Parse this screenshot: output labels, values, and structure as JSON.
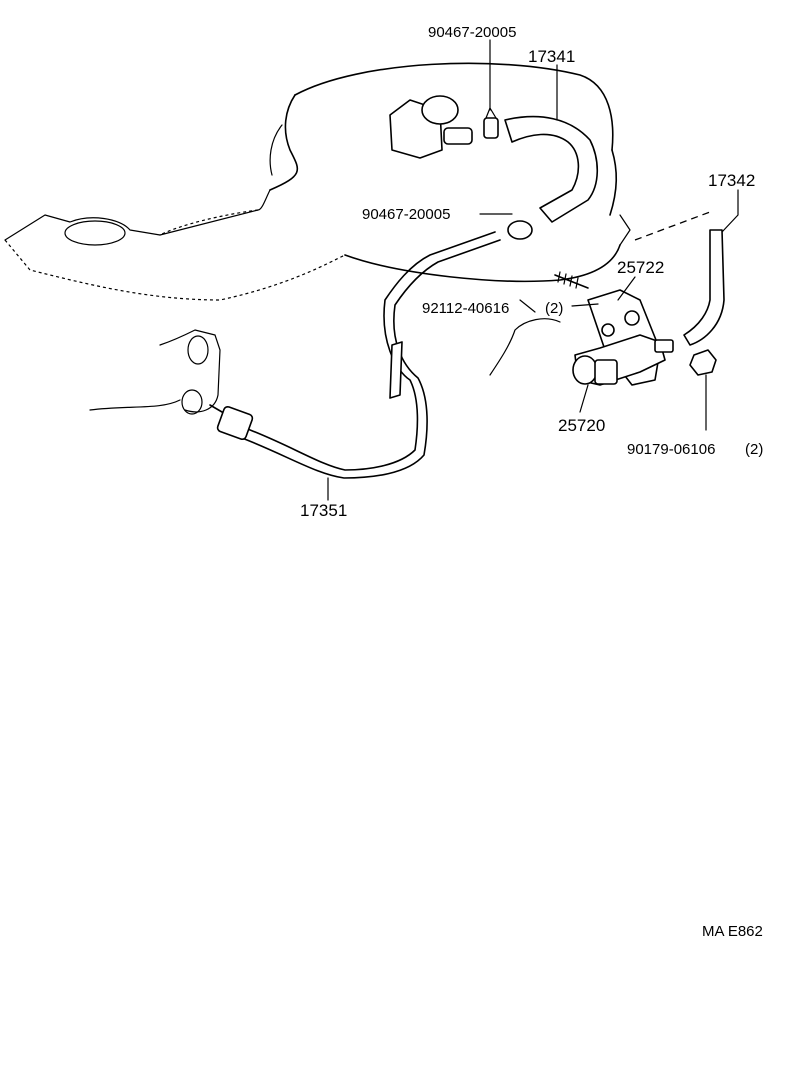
{
  "parts": {
    "p_90467_top": "90467-20005",
    "p_17341": "17341",
    "p_17342": "17342",
    "p_90467_mid": "90467-20005",
    "p_25722": "25722",
    "p_92112": "92112-40616",
    "p_92112_qty": "(2)",
    "p_25720": "25720",
    "p_90179": "90179-06106",
    "p_90179_qty": "(2)",
    "p_17351": "17351"
  },
  "figure_code": "MA E862"
}
